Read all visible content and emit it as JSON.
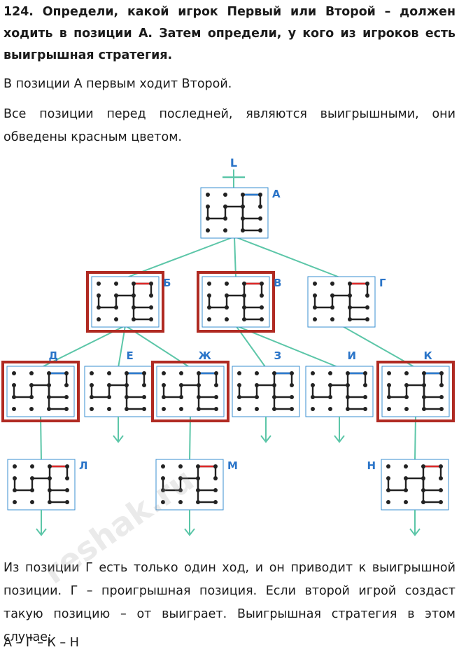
{
  "task": {
    "title": "124. Определи, какой игрок Первый или Второй – должен ходить в позиции А. Затем определи, у кого из игроков есть выигрышная стратегия."
  },
  "solution": {
    "p1": "В позиции А первым ходит Второй.",
    "p2": "Все позиции перед последней, являются выигрышными, они обведены красным цветом.",
    "p3": "Из позиции Г есть только один ход, и он приводит к выигрышной позиции. Г – проигрышная позиция. Если второй игрой создаст такую позицию – от выиграет. Выигрышная стратегия в этом случае:",
    "p4": "А – Г – К – Н"
  },
  "diagram": {
    "start_label": "L",
    "colors": {
      "edge": "#5cc6a8",
      "frame": "#3a8fd0",
      "winning": "#b02a22",
      "path": "#222222",
      "move": "#e02a2a",
      "move_blue": "#2a7ad0",
      "label": "#2a74c8"
    },
    "positions": [
      {
        "id": "A",
        "label": "А",
        "winning": false,
        "move": "blue"
      },
      {
        "id": "B",
        "label": "Б",
        "winning": true,
        "move": "red"
      },
      {
        "id": "V",
        "label": "В",
        "winning": true,
        "move": "red"
      },
      {
        "id": "G",
        "label": "Г",
        "winning": false,
        "move": "red"
      },
      {
        "id": "D",
        "label": "Д",
        "winning": true,
        "move": "blue"
      },
      {
        "id": "E",
        "label": "Е",
        "winning": false,
        "move": "blue"
      },
      {
        "id": "Zh",
        "label": "Ж",
        "winning": true,
        "move": "blue"
      },
      {
        "id": "Z",
        "label": "З",
        "winning": false,
        "move": "blue"
      },
      {
        "id": "I",
        "label": "И",
        "winning": false,
        "move": "blue"
      },
      {
        "id": "K",
        "label": "К",
        "winning": true,
        "move": "blue"
      },
      {
        "id": "L",
        "label": "Л",
        "winning": false,
        "move": "red"
      },
      {
        "id": "M",
        "label": "М",
        "winning": false,
        "move": "red"
      },
      {
        "id": "N",
        "label": "Н",
        "winning": false,
        "move": "red"
      }
    ],
    "edges": [
      [
        "A",
        "B"
      ],
      [
        "A",
        "V"
      ],
      [
        "A",
        "G"
      ],
      [
        "B",
        "D"
      ],
      [
        "B",
        "E"
      ],
      [
        "B",
        "Zh"
      ],
      [
        "V",
        "Z"
      ],
      [
        "V",
        "I"
      ],
      [
        "G",
        "K"
      ],
      [
        "D",
        "L"
      ],
      [
        "Zh",
        "M"
      ],
      [
        "K",
        "N"
      ]
    ],
    "terminal_arrows": [
      "E",
      "Z",
      "I",
      "L",
      "M",
      "N"
    ]
  },
  "watermark": "reshak.ru"
}
